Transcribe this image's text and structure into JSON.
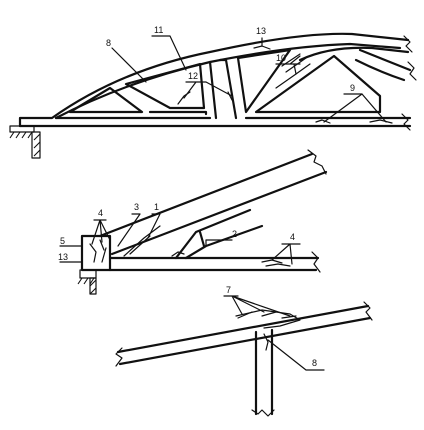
{
  "labels": {
    "l13_top": "13",
    "l11": "11",
    "l8_top": "8",
    "l12": "12",
    "l10": "10",
    "l9": "9",
    "l4_left": "4",
    "l3": "3",
    "l1": "1",
    "l5": "5",
    "l13_mid": "13",
    "l2": "2",
    "l4_right": "4",
    "l7": "7",
    "l8_bottom": "8"
  }
}
